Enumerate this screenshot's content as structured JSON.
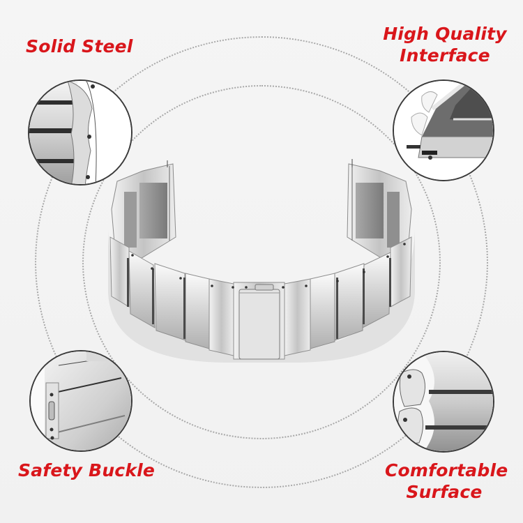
{
  "product": {
    "type": "stainless steel watch band",
    "color": "silver"
  },
  "features": [
    {
      "id": "solid-steel",
      "label": "Solid Steel",
      "lines": [
        "Solid Steel"
      ]
    },
    {
      "id": "high-quality-interface",
      "label": "High Quality Interface",
      "lines": [
        "High Quality",
        "Interface"
      ]
    },
    {
      "id": "safety-buckle",
      "label": "Safety Buckle",
      "lines": [
        "Safety Buckle"
      ]
    },
    {
      "id": "comfortable-surface",
      "label": "Comfortable Surface",
      "lines": [
        "Comfortable",
        "Surface"
      ]
    }
  ],
  "colors": {
    "label_red": "#d9161b",
    "background": "#f3f3f3",
    "ring_dots": "#a8a8a8",
    "steel_light": "#e6e6e6",
    "steel_dark": "#8c8c8c",
    "circle_border": "#3a3a3a"
  }
}
